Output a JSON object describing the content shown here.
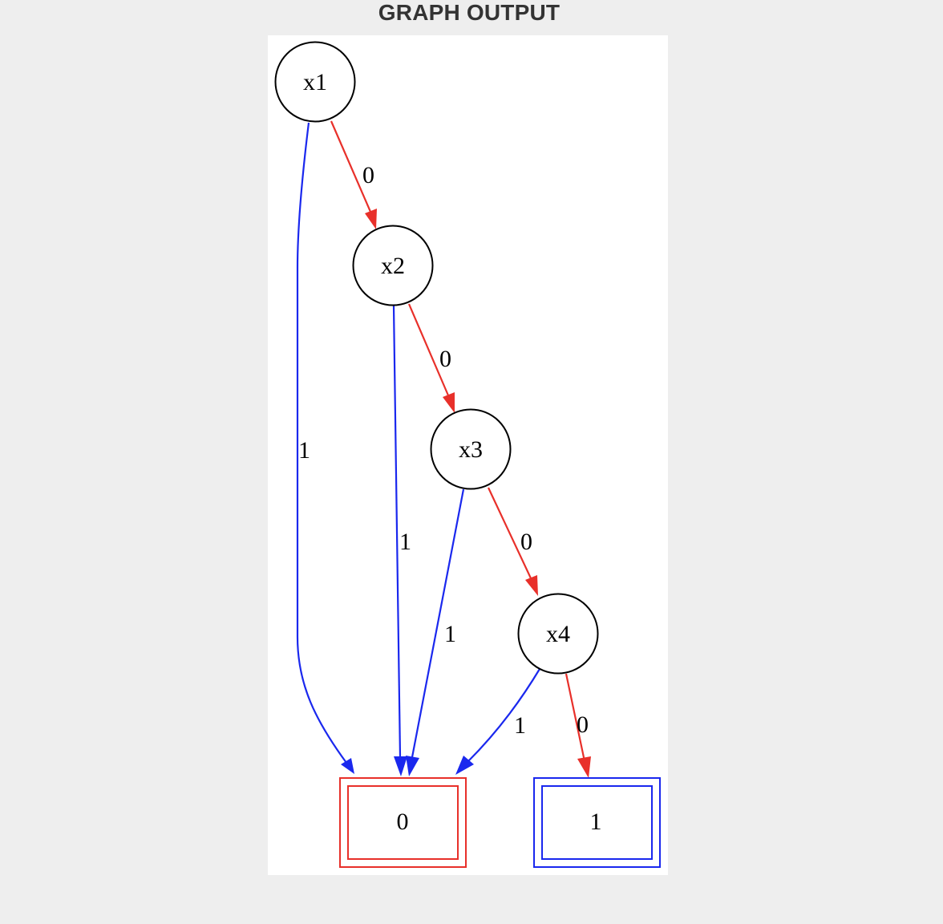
{
  "header": {
    "title": "GRAPH OUTPUT"
  },
  "colors": {
    "edge_zero": "#e8302a",
    "edge_one": "#1a28ee",
    "node_stroke": "#000000",
    "terminal_zero": "#e8302a",
    "terminal_one": "#1a28ee",
    "background": "#eeeeee",
    "canvas": "#ffffff"
  },
  "graph": {
    "nodes": [
      {
        "id": "x1",
        "label": "x1",
        "shape": "circle"
      },
      {
        "id": "x2",
        "label": "x2",
        "shape": "circle"
      },
      {
        "id": "x3",
        "label": "x3",
        "shape": "circle"
      },
      {
        "id": "x4",
        "label": "x4",
        "shape": "circle"
      },
      {
        "id": "t0",
        "label": "0",
        "shape": "double-box"
      },
      {
        "id": "t1",
        "label": "1",
        "shape": "double-box"
      }
    ],
    "edges": [
      {
        "from": "x1",
        "to": "x2",
        "label": "0"
      },
      {
        "from": "x1",
        "to": "t0",
        "label": "1"
      },
      {
        "from": "x2",
        "to": "x3",
        "label": "0"
      },
      {
        "from": "x2",
        "to": "t0",
        "label": "1"
      },
      {
        "from": "x3",
        "to": "x4",
        "label": "0"
      },
      {
        "from": "x3",
        "to": "t0",
        "label": "1"
      },
      {
        "from": "x4",
        "to": "t1",
        "label": "0"
      },
      {
        "from": "x4",
        "to": "t0",
        "label": "1"
      }
    ]
  }
}
